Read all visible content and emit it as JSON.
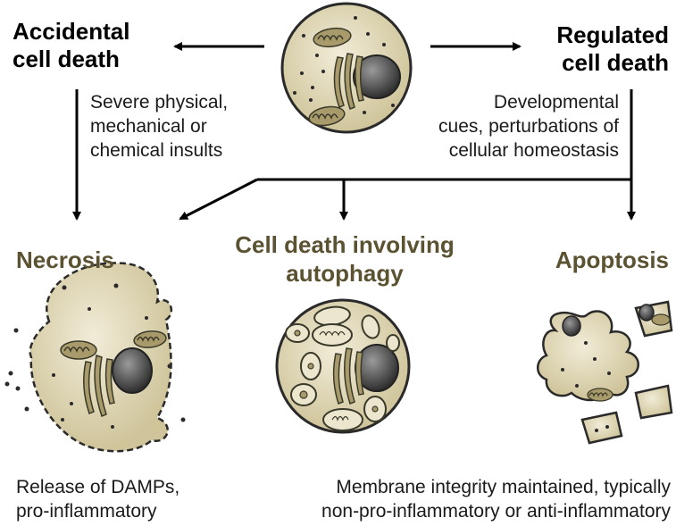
{
  "top": {
    "accidental": {
      "line1": "Accidental",
      "line2": "cell death"
    },
    "regulated": {
      "line1": "Regulated",
      "line2": "cell death"
    },
    "accidental_cause": {
      "line1": "Severe physical,",
      "line2": "mechanical or",
      "line3": "chemical insults"
    },
    "regulated_cause": {
      "line1": "Developmental",
      "line2": "cues, perturbations of",
      "line3": "cellular homeostasis"
    }
  },
  "outcomes": {
    "necrosis": "Necrosis",
    "autophagy": {
      "line1": "Cell death involving",
      "line2": "autophagy"
    },
    "apoptosis": "Apoptosis"
  },
  "notes": {
    "necrosis": {
      "line1": "Release of DAMPs,",
      "line2": "pro-inflammatory"
    },
    "regulated": {
      "line1": "Membrane integrity maintained, typically",
      "line2": "non-pro-inflammatory or anti-inflammatory"
    }
  },
  "colors": {
    "cytoplasm": "#d9d0ad",
    "cytoplasm_light": "#ece6cf",
    "organelle": "#a89a6a",
    "nucleus": "#4a4a4a",
    "outline": "#2a2a2a",
    "olive_text": "#5b5232"
  }
}
